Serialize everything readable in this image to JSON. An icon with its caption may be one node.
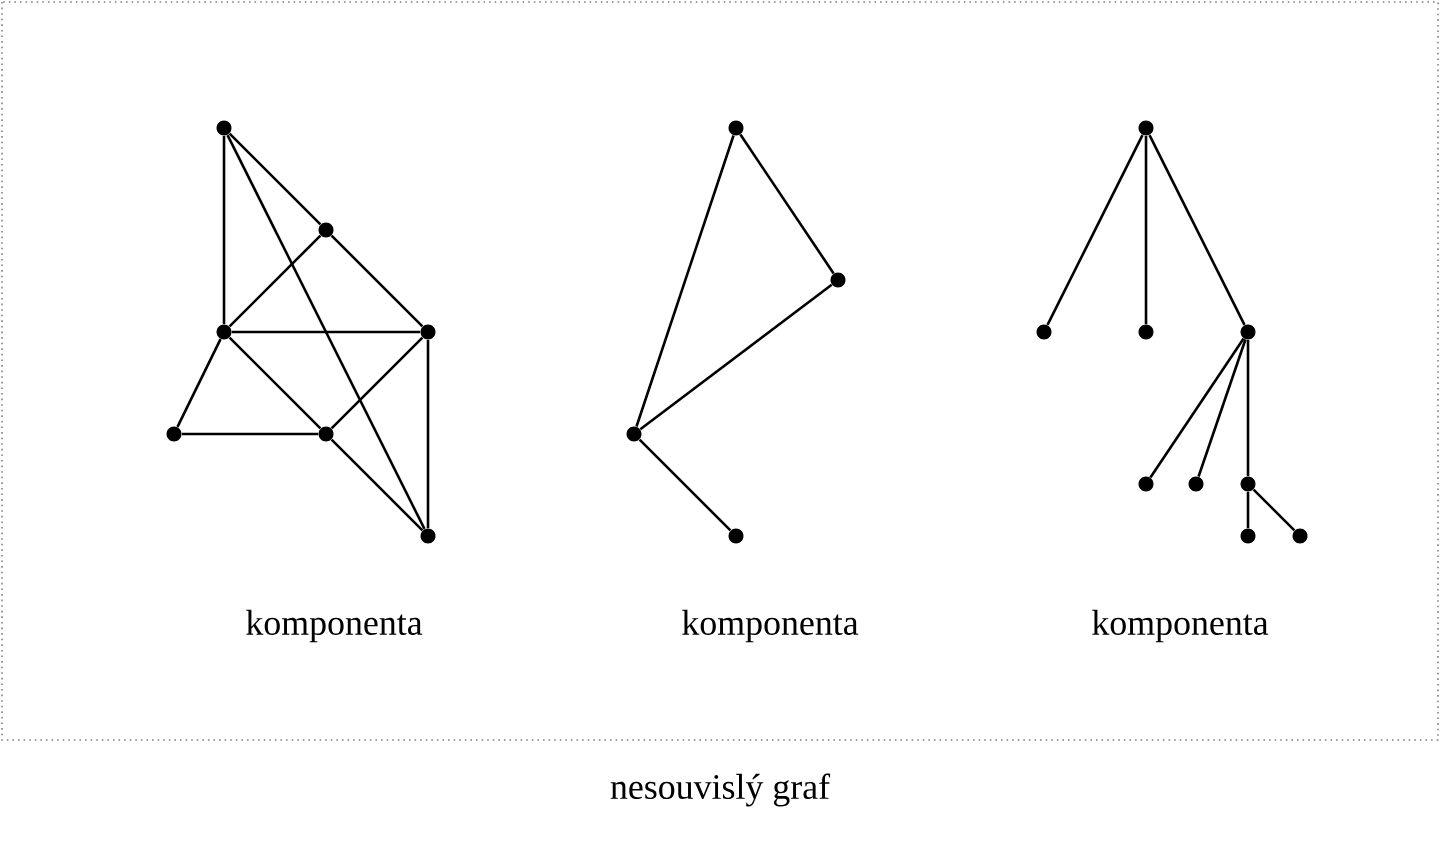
{
  "diagram": {
    "caption": "nesouvislý graf",
    "nodes": [
      {
        "text": [],
        "shape": "circle"
      },
      {
        "text": [],
        "shape": "circle"
      },
      {
        "text": [],
        "shape": "circle"
      },
      {
        "text": [],
        "shape": "circle"
      },
      {
        "text": [],
        "shape": "circle"
      },
      {
        "text": [],
        "shape": "circle"
      },
      {
        "text": [],
        "shape": "circle"
      },
      {
        "text": [],
        "shape": "circle"
      },
      {
        "text": [],
        "shape": "circle"
      },
      {
        "text": [],
        "shape": "circle"
      },
      {
        "text": [],
        "shape": "circle"
      },
      {
        "text": [],
        "shape": "circle"
      },
      {
        "text": [],
        "shape": "circle"
      },
      {
        "text": [],
        "shape": "circle"
      },
      {
        "text": [],
        "shape": "circle"
      },
      {
        "text": [],
        "shape": "circle"
      },
      {
        "text": [],
        "shape": "circle"
      },
      {
        "text": [],
        "shape": "circle"
      },
      {
        "text": [],
        "shape": "circle"
      },
      {
        "text": [],
        "shape": "circle"
      }
    ],
    "edges": [
      {
        "from": 0,
        "to": 2,
        "arrow": "none"
      },
      {
        "from": 0,
        "to": 1,
        "arrow": "none"
      },
      {
        "from": 0,
        "to": 6,
        "arrow": "none"
      },
      {
        "from": 1,
        "to": 2,
        "arrow": "none"
      },
      {
        "from": 1,
        "to": 3,
        "arrow": "none"
      },
      {
        "from": 2,
        "to": 3,
        "arrow": "none"
      },
      {
        "from": 2,
        "to": 4,
        "arrow": "none"
      },
      {
        "from": 2,
        "to": 5,
        "arrow": "none"
      },
      {
        "from": 4,
        "to": 5,
        "arrow": "none"
      },
      {
        "from": 5,
        "to": 3,
        "arrow": "none"
      },
      {
        "from": 3,
        "to": 6,
        "arrow": "none"
      },
      {
        "from": 5,
        "to": 6,
        "arrow": "none"
      },
      {
        "from": 7,
        "to": 9,
        "arrow": "none"
      },
      {
        "from": 7,
        "to": 8,
        "arrow": "none"
      },
      {
        "from": 8,
        "to": 9,
        "arrow": "none"
      },
      {
        "from": 9,
        "to": 10,
        "arrow": "none"
      },
      {
        "from": 11,
        "to": 12,
        "arrow": "none"
      },
      {
        "from": 11,
        "to": 13,
        "arrow": "none"
      },
      {
        "from": 11,
        "to": 14,
        "arrow": "none"
      },
      {
        "from": 14,
        "to": 15,
        "arrow": "none"
      },
      {
        "from": 14,
        "to": 16,
        "arrow": "none"
      },
      {
        "from": 14,
        "to": 17,
        "arrow": "none"
      },
      {
        "from": 17,
        "to": 18,
        "arrow": "none"
      },
      {
        "from": 17,
        "to": 19,
        "arrow": "none"
      }
    ],
    "labels": [
      "komponenta",
      "komponenta",
      "komponenta"
    ]
  }
}
